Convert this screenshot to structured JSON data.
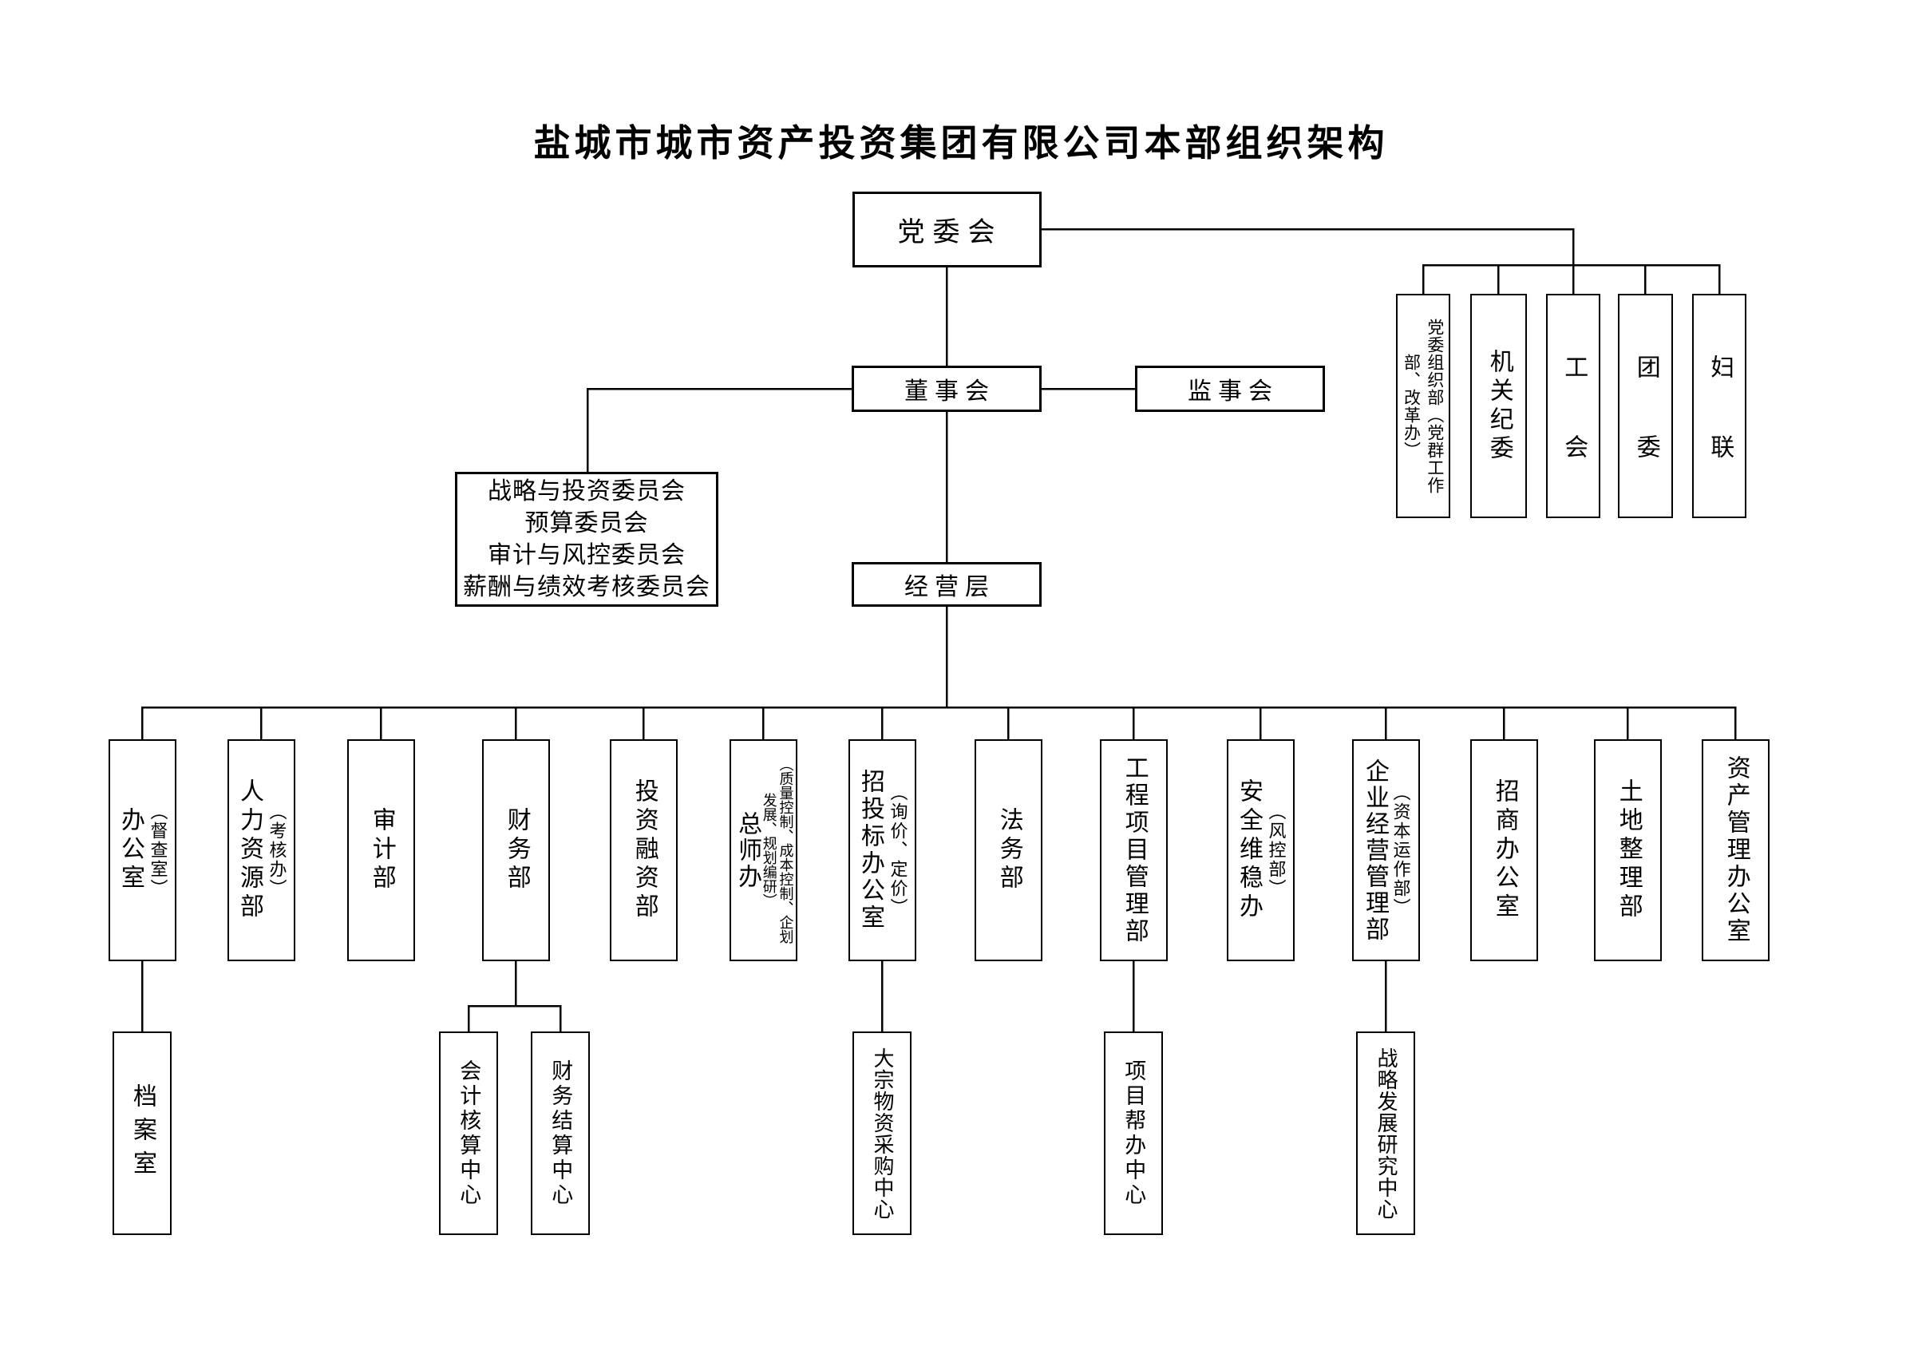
{
  "title": "盐城市城市资产投资集团有限公司本部组织架构",
  "colors": {
    "background": "#ffffff",
    "line": "#000000",
    "box_border": "#000000",
    "text": "#000000"
  },
  "nodes": {
    "party_committee": {
      "label": "党委会"
    },
    "board": {
      "label": "董事会"
    },
    "supervisory_board": {
      "label": "监事会"
    },
    "management_layer": {
      "label": "经营层"
    }
  },
  "board_committees": [
    "战略与投资委员会",
    "预算委员会",
    "审计与风控委员会",
    "薪酬与绩效考核委员会"
  ],
  "party_organizations": [
    {
      "name": "党委组织部（党群工作部、改革办）",
      "columns": [
        "部、改革办）",
        "党委组织部（党群工作"
      ]
    },
    {
      "name": "机关纪委",
      "columns": [
        "机关纪委"
      ]
    },
    {
      "name": "工会",
      "columns": [
        "工会"
      ]
    },
    {
      "name": "团委",
      "columns": [
        "团委"
      ]
    },
    {
      "name": "妇联",
      "columns": [
        "妇联"
      ]
    }
  ],
  "departments": [
    {
      "name": "办公室",
      "subtitle": "（督查室）",
      "columns": [
        "办公室",
        "（督查室）"
      ]
    },
    {
      "name": "人力资源部",
      "subtitle": "（考核办）",
      "columns": [
        "人力资源部",
        "（考核办）"
      ]
    },
    {
      "name": "审计部",
      "columns": [
        "审计部"
      ]
    },
    {
      "name": "财务部",
      "columns": [
        "财务部"
      ]
    },
    {
      "name": "投资融资部",
      "columns": [
        "投资融资部"
      ]
    },
    {
      "name": "总师办",
      "subtitle": "（质量控制、成本控制、企划发展、规划编研）",
      "columns": [
        "总师办",
        "发展、规划编研）",
        "（质量控制、成本控制、企划"
      ]
    },
    {
      "name": "招投标办公室",
      "subtitle": "（询价、定价）",
      "columns": [
        "招投标办公室",
        "（询价、定价）"
      ]
    },
    {
      "name": "法务部",
      "columns": [
        "法务部"
      ]
    },
    {
      "name": "工程项目管理部",
      "columns": [
        "工程项目管理部"
      ]
    },
    {
      "name": "安全维稳办",
      "subtitle": "（风控部）",
      "columns": [
        "安全维稳办",
        "（风控部）"
      ]
    },
    {
      "name": "企业经营管理部",
      "subtitle": "（资本运作部）",
      "columns": [
        "企业经营管理部",
        "（资本运作部）"
      ]
    },
    {
      "name": "招商办公室",
      "columns": [
        "招商办公室"
      ]
    },
    {
      "name": "土地整理部",
      "columns": [
        "土地整理部"
      ]
    },
    {
      "name": "资产管理办公室",
      "columns": [
        "资产管理办公室"
      ]
    }
  ],
  "subordinate_units": [
    {
      "name": "档案室",
      "parent": "办公室"
    },
    {
      "name": "会计核算中心",
      "parent": "财务部"
    },
    {
      "name": "财务结算中心",
      "parent": "财务部"
    },
    {
      "name": "大宗物资采购中心",
      "parent": "招投标办公室"
    },
    {
      "name": "项目帮办中心",
      "parent": "工程项目管理部"
    },
    {
      "name": "战略发展研究中心",
      "parent": "企业经营管理部"
    }
  ]
}
